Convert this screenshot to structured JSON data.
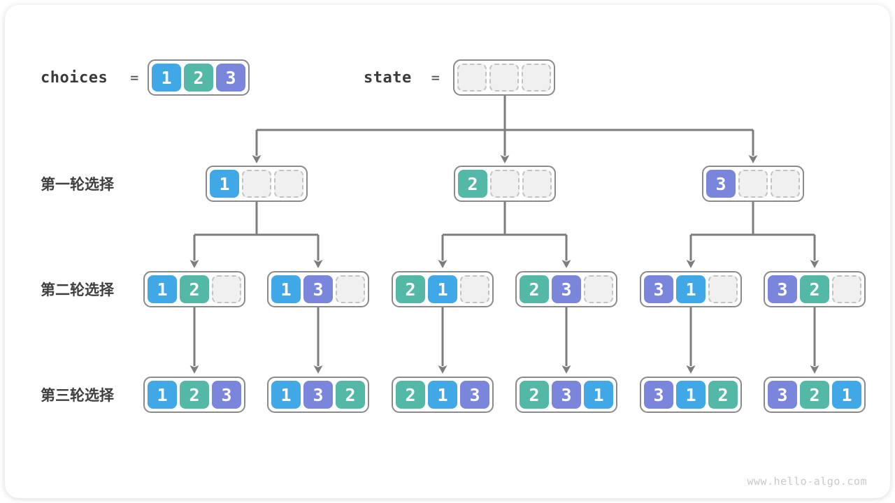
{
  "colors": {
    "value1": "#41a8e8",
    "value2": "#53b9a6",
    "value3": "#7a85dc",
    "empty-fill": "#f0f0f0",
    "empty-border": "#c2c2c2",
    "node-border": "#8a8a8a",
    "arrow": "#7d7d7d"
  },
  "header": {
    "choices_label": "choices",
    "choices_equals": "=",
    "choices_cells": [
      "1",
      "2",
      "3"
    ],
    "state_label": "state",
    "state_equals": "=",
    "state_cells": [
      "",
      "",
      ""
    ]
  },
  "rows": [
    {
      "label": "第一轮选择",
      "nodes": [
        [
          "1",
          "",
          ""
        ],
        [
          "2",
          "",
          ""
        ],
        [
          "3",
          "",
          ""
        ]
      ]
    },
    {
      "label": "第二轮选择",
      "nodes": [
        [
          "1",
          "2",
          ""
        ],
        [
          "1",
          "3",
          ""
        ],
        [
          "2",
          "1",
          ""
        ],
        [
          "2",
          "3",
          ""
        ],
        [
          "3",
          "1",
          ""
        ],
        [
          "3",
          "2",
          ""
        ]
      ]
    },
    {
      "label": "第三轮选择",
      "nodes": [
        [
          "1",
          "2",
          "3"
        ],
        [
          "1",
          "3",
          "2"
        ],
        [
          "2",
          "1",
          "3"
        ],
        [
          "2",
          "3",
          "1"
        ],
        [
          "3",
          "1",
          "2"
        ],
        [
          "3",
          "2",
          "1"
        ]
      ]
    }
  ],
  "watermark": "www.hello-algo.com"
}
